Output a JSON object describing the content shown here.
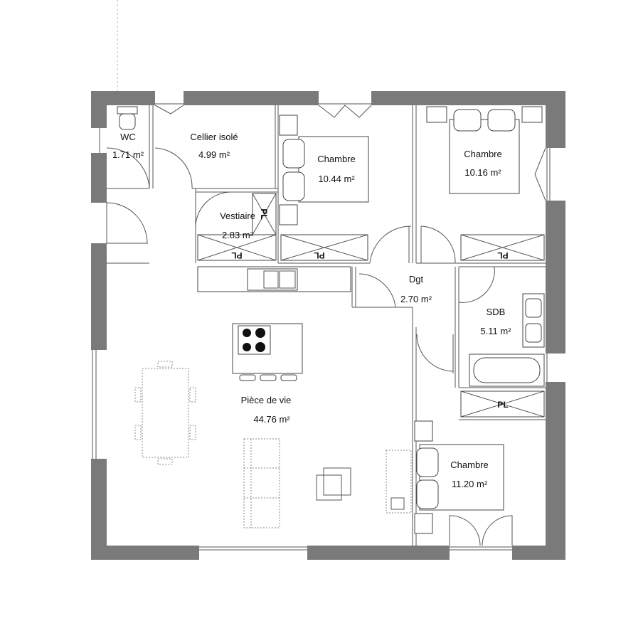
{
  "colors": {
    "wall": "#7a7a7a",
    "line": "#444444",
    "background": "#ffffff"
  },
  "rooms": [
    {
      "key": "wc",
      "name": "WC",
      "area": "1.71 m²"
    },
    {
      "key": "cellier",
      "name": "Cellier isolé",
      "area": "4.99 m²"
    },
    {
      "key": "chambre1",
      "name": "Chambre",
      "area": "10.44 m²"
    },
    {
      "key": "chambre2",
      "name": "Chambre",
      "area": "10.16 m²"
    },
    {
      "key": "vestiaire",
      "name": "Vestiaire",
      "area": "2.83 m²"
    },
    {
      "key": "dgt",
      "name": "Dgt",
      "area": "2.70 m²"
    },
    {
      "key": "sdb",
      "name": "SDB",
      "area": "5.11 m²"
    },
    {
      "key": "piece",
      "name": "Pièce de vie",
      "area": "44.76 m²"
    },
    {
      "key": "chambre3",
      "name": "Chambre",
      "area": "11.20 m²"
    }
  ],
  "closets": [
    {
      "label": "PL",
      "key": "vestiaire-pl"
    },
    {
      "label": "PL",
      "key": "vestiaire-side-pl"
    },
    {
      "label": "PL",
      "key": "chambre1-pl"
    },
    {
      "label": "PL",
      "key": "chambre2-pl"
    },
    {
      "label": "PL",
      "key": "sdb-pl"
    }
  ]
}
